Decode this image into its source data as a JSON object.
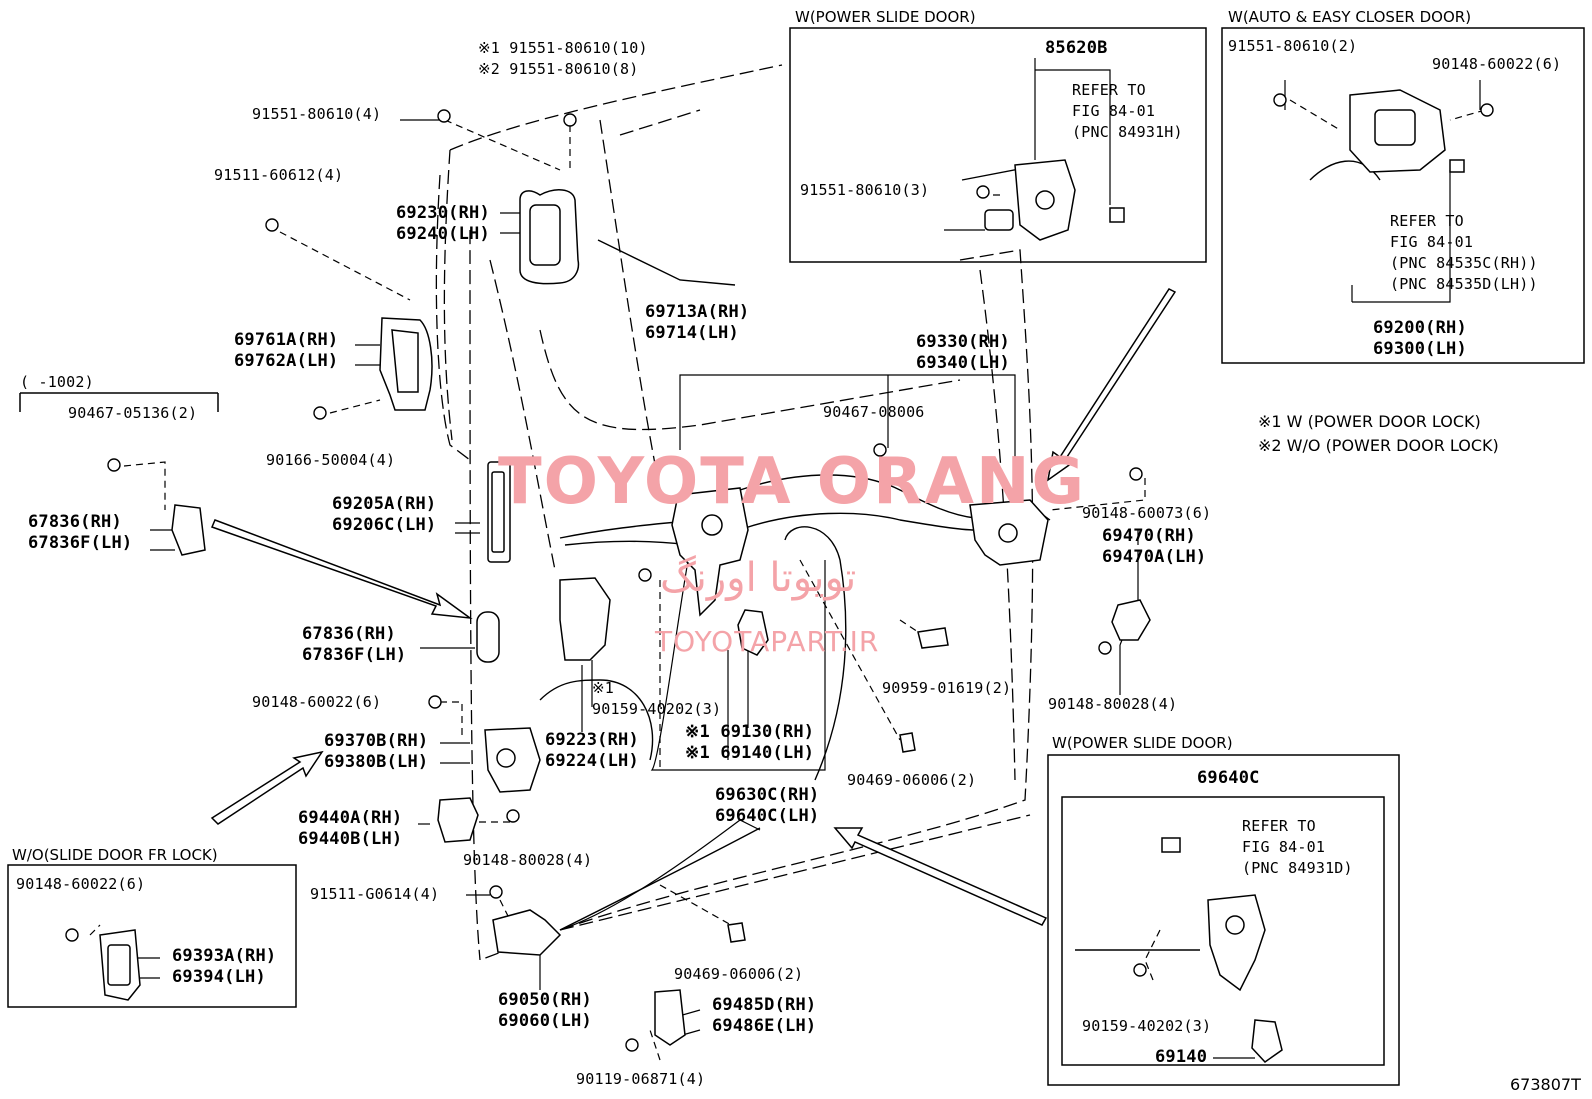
{
  "boxes": {
    "power_slide_top": "W(POWER SLIDE DOOR)",
    "auto_easy": "W(AUTO & EASY CLOSER DOOR)",
    "power_slide_bottom": "W(POWER SLIDE DOOR)",
    "wo_slide": "W/O(SLIDE DOOR FR LOCK)"
  },
  "legend": {
    "note1": "※1 W (POWER DOOR LOCK)",
    "note2": "※2 W/O (POWER DOOR LOCK)"
  },
  "watermark": {
    "main": "TOYOTA ORANG",
    "farsi": "تویوتا اورنگ",
    "site": "TOYOTAPART.IR"
  },
  "figure_code": "673807T",
  "labels": {
    "l_9155180610_10": "※1 91551-80610(10)",
    "l_9155180610_8": "※2 91551-80610(8)",
    "l_9155180610_4": "91551-80610(4)",
    "l_9151160612": "91511-60612(4)",
    "l_69230": "69230(RH)",
    "l_69240": "69240(LH)",
    "l_69713a": "69713A(RH)",
    "l_69714": "69714(LH)",
    "l_69761a": "69761A(RH)",
    "l_69762a": "69762A(LH)",
    "l_90166": "90166-50004(4)",
    "l_1002": "( -1002)",
    "l_90467_05136": "90467-05136(2)",
    "l_67836_a": "67836(RH)",
    "l_67836f_a": "67836F(LH)",
    "l_69205a": "69205A(RH)",
    "l_69206c": "69206C(LH)",
    "l_67836_b": "67836(RH)",
    "l_67836f_b": "67836F(LH)",
    "l_90148_60022_a": "90148-60022(6)",
    "l_69370b": "69370B(RH)",
    "l_69380b": "69380B(LH)",
    "l_69440a": "69440A(RH)",
    "l_69440b": "69440B(LH)",
    "l_90148_80028_a": "90148-80028(4)",
    "l_91511_g0614": "91511-G0614(4)",
    "l_69050": "69050(RH)",
    "l_69060": "69060(LH)",
    "l_90159_40202_a": "90159-40202(3)",
    "l_note1_a": "※1",
    "l_69223": "69223(RH)",
    "l_69224": "69224(LH)",
    "l_69130": "※1 69130(RH)",
    "l_69140_a": "※1 69140(LH)",
    "l_69630c": "69630C(RH)",
    "l_69640c_a": "69640C(LH)",
    "l_90469_a": "90469-06006(2)",
    "l_90469_b": "90469-06006(2)",
    "l_69485d": "69485D(RH)",
    "l_69486e": "69486E(LH)",
    "l_90119": "90119-06871(4)",
    "l_69330": "69330(RH)",
    "l_69340": "69340(LH)",
    "l_90467_08006": "90467-08006",
    "l_90959": "90959-01619(2)",
    "l_90148_60073": "90148-60073(6)",
    "l_69470": "69470(RH)",
    "l_69470a": "69470A(LH)",
    "l_90148_80028_b": "90148-80028(4)",
    "l_85620b": "85620B",
    "l_refer_a1": "REFER TO",
    "l_refer_a2": "FIG 84-01",
    "l_refer_a3": "(PNC 84931H)",
    "l_9155180610_3": "91551-80610(3)",
    "l_9155180610_2": "91551-80610(2)",
    "l_90148_60022_6b": "90148-60022(6)",
    "l_refer_b1": "REFER TO",
    "l_refer_b2": "FIG 84-01",
    "l_refer_b3": "(PNC 84535C(RH))",
    "l_refer_b4": "(PNC 84535D(LH))",
    "l_69200": "69200(RH)",
    "l_69300": "69300(LH)",
    "l_69640c_b": "69640C",
    "l_refer_c1": "REFER TO",
    "l_refer_c2": "FIG 84-01",
    "l_refer_c3": "(PNC 84931D)",
    "l_90159_40202_b": "90159-40202(3)",
    "l_69140_b": "69140",
    "l_90148_60022_c": "90148-60022(6)",
    "l_69393a": "69393A(RH)",
    "l_69394": "69394(LH)"
  }
}
